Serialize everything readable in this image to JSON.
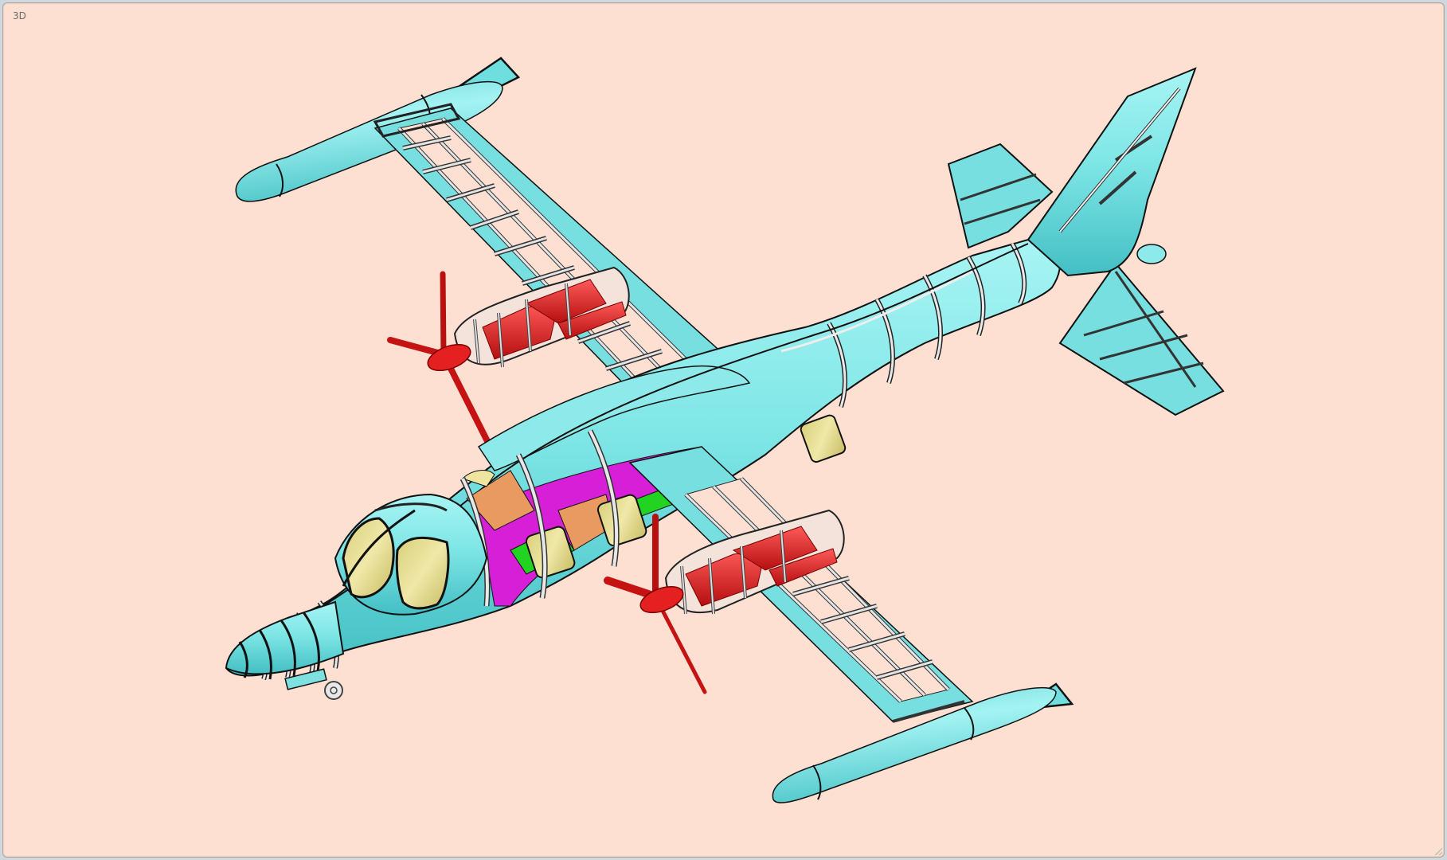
{
  "viewport": {
    "label": "3D",
    "background_color": "#fde0d2",
    "border_color": "#a9a9a9"
  },
  "model": {
    "name": "twin-turboprop-aircraft-structure",
    "colors": {
      "skin": "#7fe6e6",
      "skin_shade": "#4fc9cc",
      "frame": "#e6e6e6",
      "outline": "#1a1a1a",
      "engine": "#e41b1b",
      "propeller": "#d81818",
      "window": "#e4dc8a",
      "cabin_floor": "#d61fd6",
      "cabin_green": "#22d322",
      "cabin_orange": "#e89a60"
    },
    "parts": [
      {
        "id": "fuselage",
        "label": "Fuselage"
      },
      {
        "id": "cockpit-canopy",
        "label": "Cockpit canopy"
      },
      {
        "id": "left-wing",
        "label": "Left wing"
      },
      {
        "id": "right-wing",
        "label": "Right wing"
      },
      {
        "id": "left-tip-tank",
        "label": "Left wingtip tank"
      },
      {
        "id": "right-tip-tank",
        "label": "Right wingtip tank"
      },
      {
        "id": "left-engine",
        "label": "Left engine nacelle"
      },
      {
        "id": "right-engine",
        "label": "Right engine nacelle"
      },
      {
        "id": "left-propeller",
        "label": "Left propeller"
      },
      {
        "id": "right-propeller",
        "label": "Right propeller"
      },
      {
        "id": "vertical-stabilizer",
        "label": "Vertical stabilizer"
      },
      {
        "id": "horizontal-stabilizer",
        "label": "Horizontal stabilizer"
      },
      {
        "id": "nose-gear",
        "label": "Nose landing gear"
      },
      {
        "id": "cabin-interior",
        "label": "Cabin interior"
      }
    ]
  }
}
